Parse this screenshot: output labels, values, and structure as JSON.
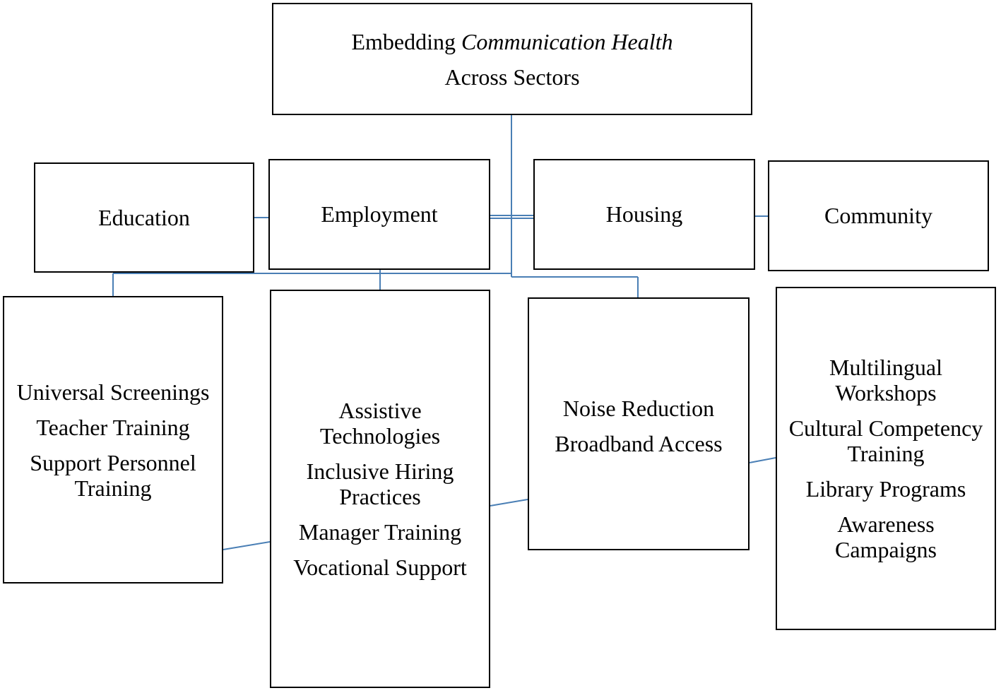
{
  "colors": {
    "connector": "#4a7fb5",
    "box_border": "#000000",
    "text": "#000000",
    "background": "#ffffff"
  },
  "root": {
    "line1_prefix": "Embedding",
    "line1_emphasis": "Communication Health",
    "line2": "Across Sectors"
  },
  "sectors": {
    "education": "Education",
    "employment": "Employment",
    "housing": "Housing",
    "community": "Community"
  },
  "details": {
    "education": [
      "Universal Screenings",
      "Teacher Training",
      "Support Personnel Training"
    ],
    "employment": [
      "Assistive Technologies",
      "Inclusive Hiring Practices",
      "Manager Training",
      "Vocational Support"
    ],
    "housing": [
      "Noise Reduction",
      "Broadband Access"
    ],
    "community": [
      "Multilingual Workshops",
      "Cultural Competency Training",
      "Library Programs",
      "Awareness Campaigns"
    ]
  }
}
